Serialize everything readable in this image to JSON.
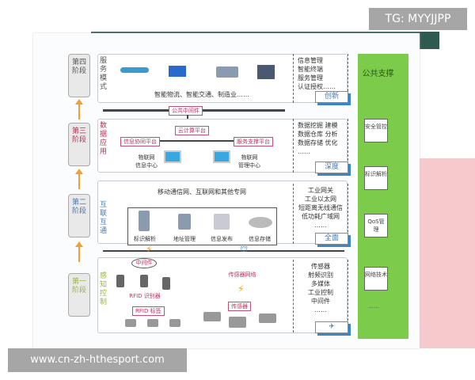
{
  "watermark": "TG: MYYJJPP",
  "url": "www.cn-zh-hthesport.com",
  "stages": [
    "第四阶段",
    "第三阶段",
    "第二阶段",
    "第一阶段"
  ],
  "layer4": {
    "label": "服务模式",
    "caption": "智能物流、智能交通、制造业……",
    "side": [
      "信息管理",
      "智能终端",
      "服务管理",
      "认证授权……"
    ],
    "tag": "创新"
  },
  "bus_top": {
    "label": "公共中间件"
  },
  "layer3": {
    "label": "数据应用",
    "cloud": "云计算平台",
    "left_platform": "信息协同平台",
    "right_platform": "服务支撑平台",
    "left_center": "物联网\n信息中心",
    "right_center": "物联网\n管理中心",
    "side": [
      "数据挖掘  建模",
      "数据仓库  分析",
      "数据存储  优化",
      "……"
    ],
    "tag": "深度"
  },
  "layer2": {
    "label": "互联互通",
    "network": "移动通信网、互联网和其他专网",
    "items": [
      "标识解析",
      "地址管理",
      "信息发布",
      "信息存储"
    ],
    "side": [
      "工业网关",
      "工业以太网",
      "短距离无线通信",
      "低功耗广域网",
      "……"
    ],
    "tag": "全面"
  },
  "layer1": {
    "label": "感知控制",
    "middleware": "中间件",
    "rfid_reader": "RFID 识别器",
    "rfid_tag": "RFID 标签",
    "sensor_network": "传感器网络",
    "sensor": "传感器",
    "side": [
      "传感器",
      "射频识别",
      "多媒体",
      "工业控制",
      "中间件",
      "……"
    ]
  },
  "support": {
    "title": "公共支撑",
    "items": [
      "安全管控",
      "标识解析",
      "QoS管理",
      "网络技术"
    ],
    "more": "……"
  },
  "colors": {
    "green": "#7ccb4a",
    "teal": "#2f5a4f",
    "pink": "#f6c9cc",
    "tag_shadow": "#3a86c8"
  }
}
